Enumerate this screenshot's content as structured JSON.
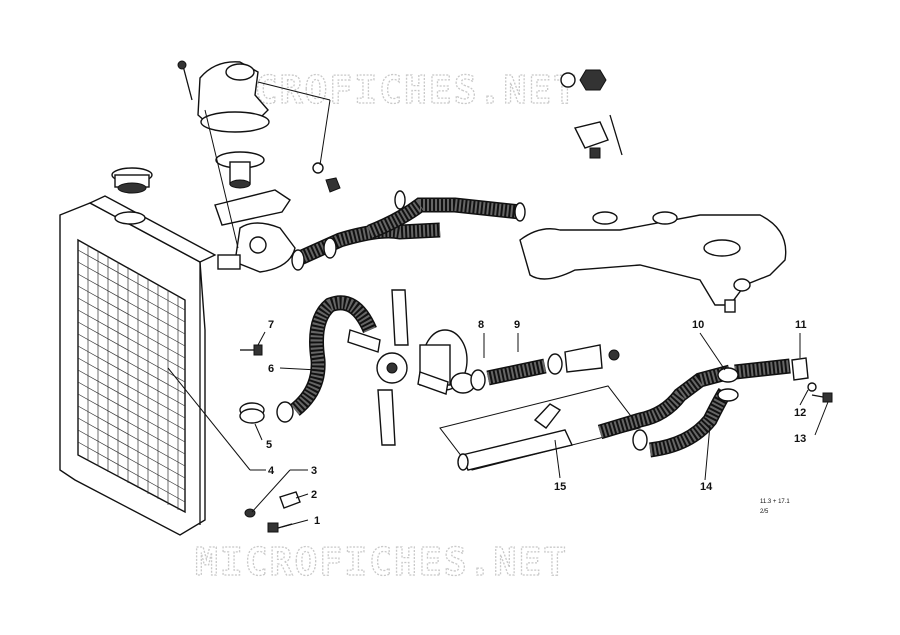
{
  "watermark": {
    "top": "MICROFICHES.NET",
    "bottom": "MICROFICHES.NET"
  },
  "callouts": [
    "1",
    "2",
    "3",
    "4",
    "5",
    "6",
    "7",
    "8",
    "9",
    "10",
    "11",
    "12",
    "13",
    "14",
    "15"
  ],
  "reference": {
    "line1": "11.3 + 17.1",
    "line2": "2/5"
  }
}
